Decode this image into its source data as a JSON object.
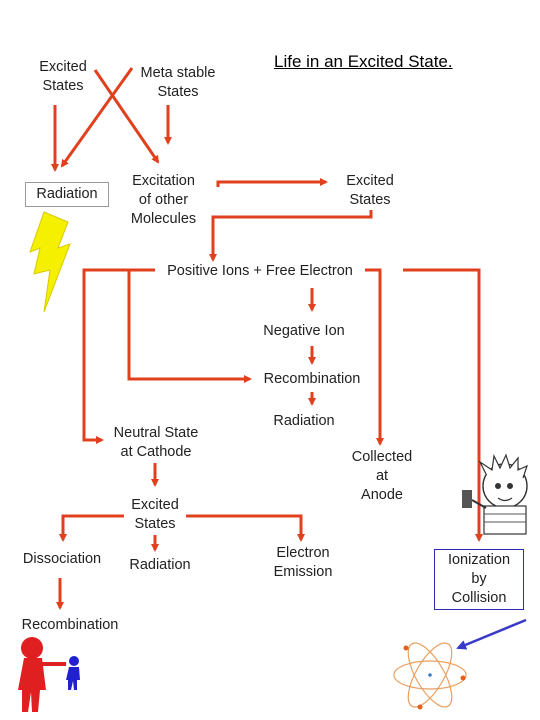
{
  "title": "Life in an Excited State.",
  "nodes": {
    "excited_states_top": "Excited\nStates",
    "meta_stable": "Meta stable\nStates",
    "radiation_boxed": "Radiation",
    "excitation_other": "Excitation\nof other\nMolecules",
    "excited_states_right": "Excited\nStates",
    "positive_ions": "Positive Ions + Free Electron",
    "negative_ion": "Negative Ion",
    "recombination_mid": "Recombination",
    "radiation_mid": "Radiation",
    "neutral_state": "Neutral State\nat Cathode",
    "collected_anode": "Collected\nat\nAnode",
    "excited_states_bottom": "Excited\nStates",
    "dissociation": "Dissociation",
    "radiation_bottom": "Radiation",
    "electron_emission": "Electron\nEmission",
    "ionization_collision": "Ionization\nby\nCollision",
    "recombination_bottom": "Recombination"
  },
  "icons": [
    "lightning-bolt-icon",
    "cartoon-boy-icon",
    "atom-icon",
    "red-figure-icon",
    "blue-figure-icon"
  ],
  "colors": {
    "arrow": "#e0401e",
    "blue_arrow": "#3a3ac8",
    "blue_box": "#2b2bb5",
    "lightning": "#f5f000"
  }
}
